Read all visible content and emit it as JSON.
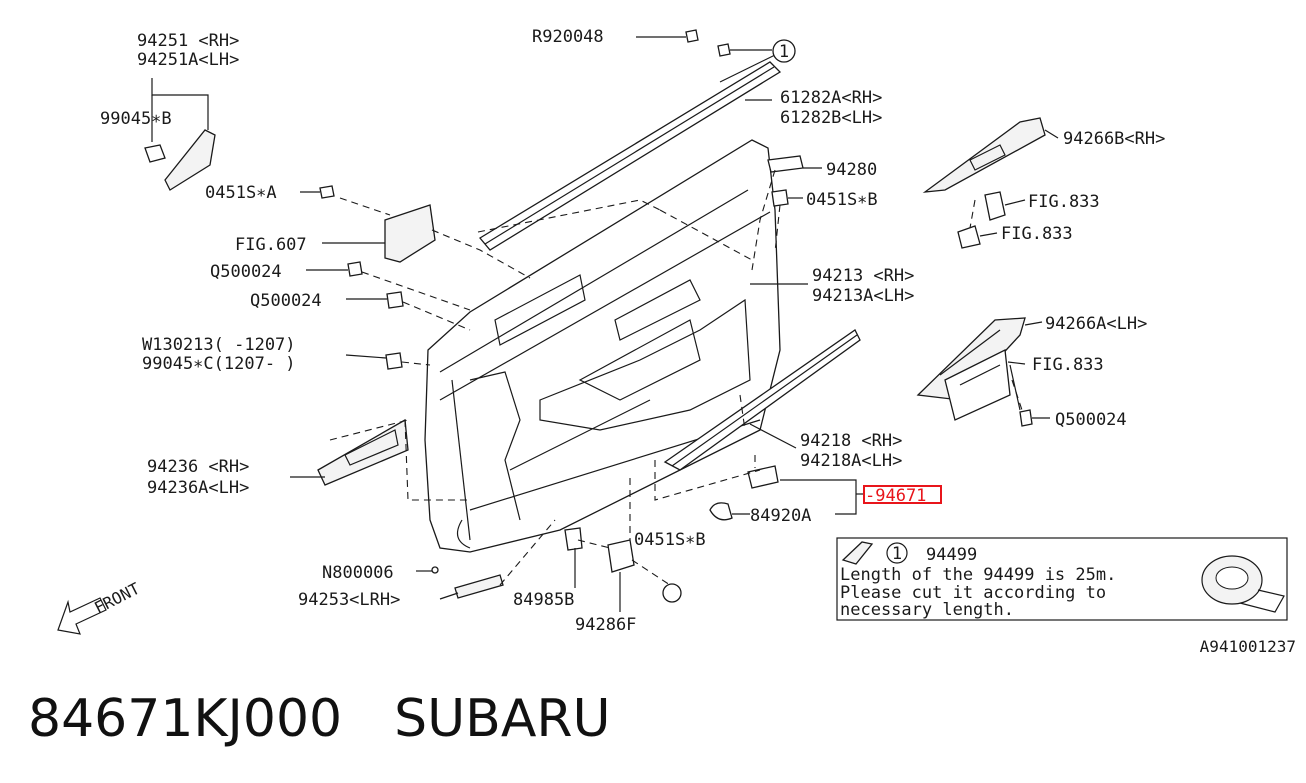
{
  "labels": {
    "l1": "94251 <RH>",
    "l2": "94251A<LH>",
    "l3": "99045∗B",
    "l4": "0451S∗A",
    "l5": "FIG.607",
    "l6": "Q500024",
    "l7": "Q500024",
    "l8": "W130213(  -1207)",
    "l9": "99045∗C(1207-  )",
    "l10": "94236 <RH>",
    "l11": "94236A<LH>",
    "l12": "N800006",
    "l13": "94253<LRH>",
    "l14": "84985B",
    "l15": "94286F",
    "l16": "0451S∗B",
    "l17": "R920048",
    "l18": "1",
    "l19": "61282A<RH>",
    "l20": "61282B<LH>",
    "l21": "94280",
    "l22": "0451S∗B",
    "l23": "94213  <RH>",
    "l24": "94213A<LH>",
    "l25": "94218  <RH>",
    "l26": "94218A<LH>",
    "l27": "-94671",
    "l28": "84920A",
    "l29": "94266B<RH>",
    "l30": "FIG.833",
    "l31": "FIG.833",
    "l32": "94266A<LH>",
    "l33": "FIG.833",
    "l34": "Q500024",
    "l35": "FRONT"
  },
  "note": {
    "ref_number": "1",
    "part": "94499",
    "line1": "Length of the 94499 is 25m.",
    "line2": "Please cut it according to",
    "line3": "necessary length."
  },
  "diagram_code": "A941001237",
  "highlight_color": "#e8151b",
  "footer": {
    "part_number": "84671KJ000",
    "brand": "SUBARU"
  }
}
